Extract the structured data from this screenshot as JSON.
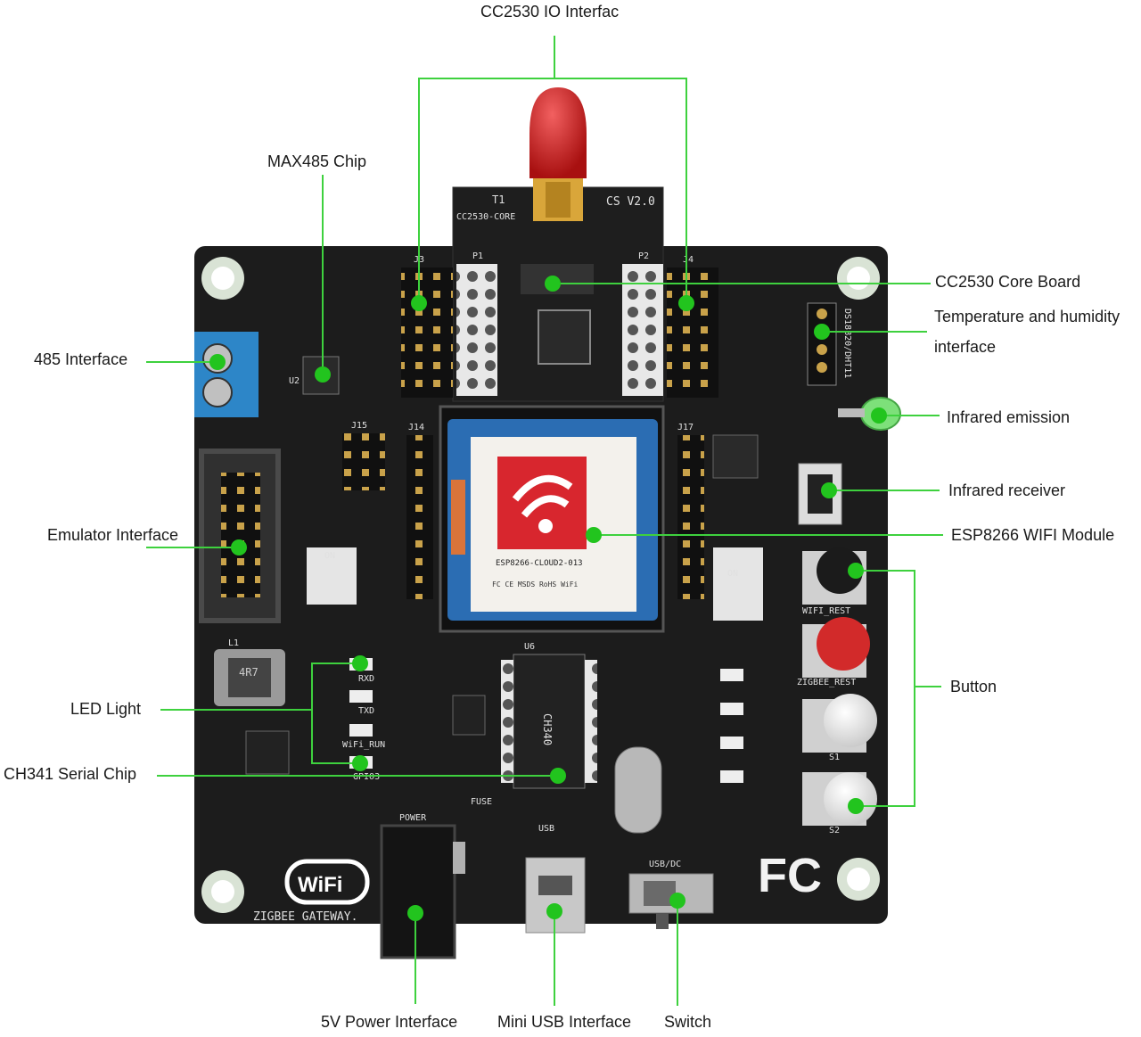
{
  "labels": {
    "cc2530_io": "CC2530 IO Interfac",
    "max485": "MAX485 Chip",
    "cc2530_core": "CC2530 Core Board",
    "temp_humidity_1": "Temperature and humidity",
    "temp_humidity_2": "interface",
    "rs485": "485 Interface",
    "infrared_emission": "Infrared emission",
    "infrared_receiver": "Infrared receiver",
    "emulator": "Emulator Interface",
    "esp8266": "ESP8266 WIFI Module",
    "button": "Button",
    "led": "LED Light",
    "ch341": "CH341 Serial Chip",
    "power_5v": "5V Power Interface",
    "mini_usb": "Mini USB Interface",
    "switch": "Switch"
  },
  "board": {
    "core_model": "CC2530-CORE",
    "core_version": "CS V2.0",
    "core_ref": "T1",
    "wifi_model": "ESP8266-CLOUD2-013",
    "wifi_cert": "FC CE MSDS RoHS WiFi",
    "logo_wifi": "WiFi",
    "gateway": "ZIGBEE GATEWAY.",
    "fcc_logo": "FC",
    "silk": {
      "j3": "J3",
      "j4": "J4",
      "p1": "P1",
      "p2": "P2",
      "j14": "J14",
      "j17": "J17",
      "j15": "J15",
      "u2": "U2",
      "u6": "U6",
      "l1": "L1",
      "inductor": "4R7",
      "power": "POWER",
      "usb": "USB",
      "usb_dc": "USB/DC",
      "fuse": "FUSE",
      "wifi_rest": "WIFI_REST",
      "zigbee_rest": "ZIGBEE_REST",
      "rxd": "RXD",
      "txd": "TXD",
      "wifi_run": "WiFi_RUN",
      "gpio3": "GPIO3",
      "on": "ON",
      "s1": "S1",
      "s2": "S2",
      "ds18b20": "DS18B20/DHT11",
      "ch340": "CH340"
    }
  },
  "colors": {
    "leader": "#3ed13e",
    "dot": "#22c41e",
    "pcb": "#1c1c1c",
    "wifi_red": "#d8262e",
    "antenna_red": "#c81d1d",
    "terminal_blue": "#2d86c8"
  }
}
